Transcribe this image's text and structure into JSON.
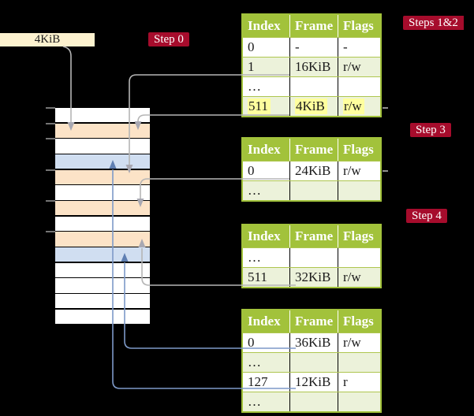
{
  "labels": {
    "size_box": "4KiB",
    "step0": "Step 0",
    "steps12": "Steps 1&2",
    "step3": "Step 3",
    "step4": "Step 4"
  },
  "tables": [
    {
      "headers": [
        "Index",
        "Frame",
        "Flags"
      ],
      "rows": [
        {
          "cells": [
            "0",
            "-",
            "-"
          ]
        },
        {
          "cells": [
            "1",
            "16KiB",
            "r/w"
          ]
        },
        {
          "cells": [
            "…",
            "",
            ""
          ]
        },
        {
          "cells": [
            "511",
            "4KiB",
            "r/w"
          ]
        }
      ]
    },
    {
      "headers": [
        "Index",
        "Frame",
        "Flags"
      ],
      "rows": [
        {
          "cells": [
            "0",
            "24KiB",
            "r/w"
          ]
        },
        {
          "cells": [
            "…",
            "",
            ""
          ]
        }
      ]
    },
    {
      "headers": [
        "Index",
        "Frame",
        "Flags"
      ],
      "rows": [
        {
          "cells": [
            "…",
            "",
            ""
          ]
        },
        {
          "cells": [
            "511",
            "32KiB",
            "r/w"
          ]
        }
      ]
    },
    {
      "headers": [
        "Index",
        "Frame",
        "Flags"
      ],
      "rows": [
        {
          "cells": [
            "0",
            "36KiB",
            "r/w"
          ]
        },
        {
          "cells": [
            "…",
            "",
            ""
          ]
        },
        {
          "cells": [
            "127",
            "12KiB",
            "r"
          ]
        },
        {
          "cells": [
            "…",
            "",
            ""
          ]
        }
      ]
    }
  ],
  "memory_rows": [
    "plain",
    "page-table",
    "plain",
    "data-page",
    "page-table",
    "plain",
    "page-table",
    "plain",
    "page-table",
    "data-page",
    "plain",
    "plain",
    "plain",
    "plain"
  ],
  "colors": {
    "background": "#000000",
    "step_label_bg": "#a60c2c",
    "size_box_bg": "#fdf2cf",
    "table_header_green": "#a2c23b",
    "table_row_green": "#ecf2da",
    "highlight_yellow": "#ffff9e",
    "memory_page_table_orange": "#fce3c7",
    "memory_data_page_blue": "#d0def1",
    "connector_gray": "#b5b5b5",
    "connector_blue": "#7d99c8"
  }
}
